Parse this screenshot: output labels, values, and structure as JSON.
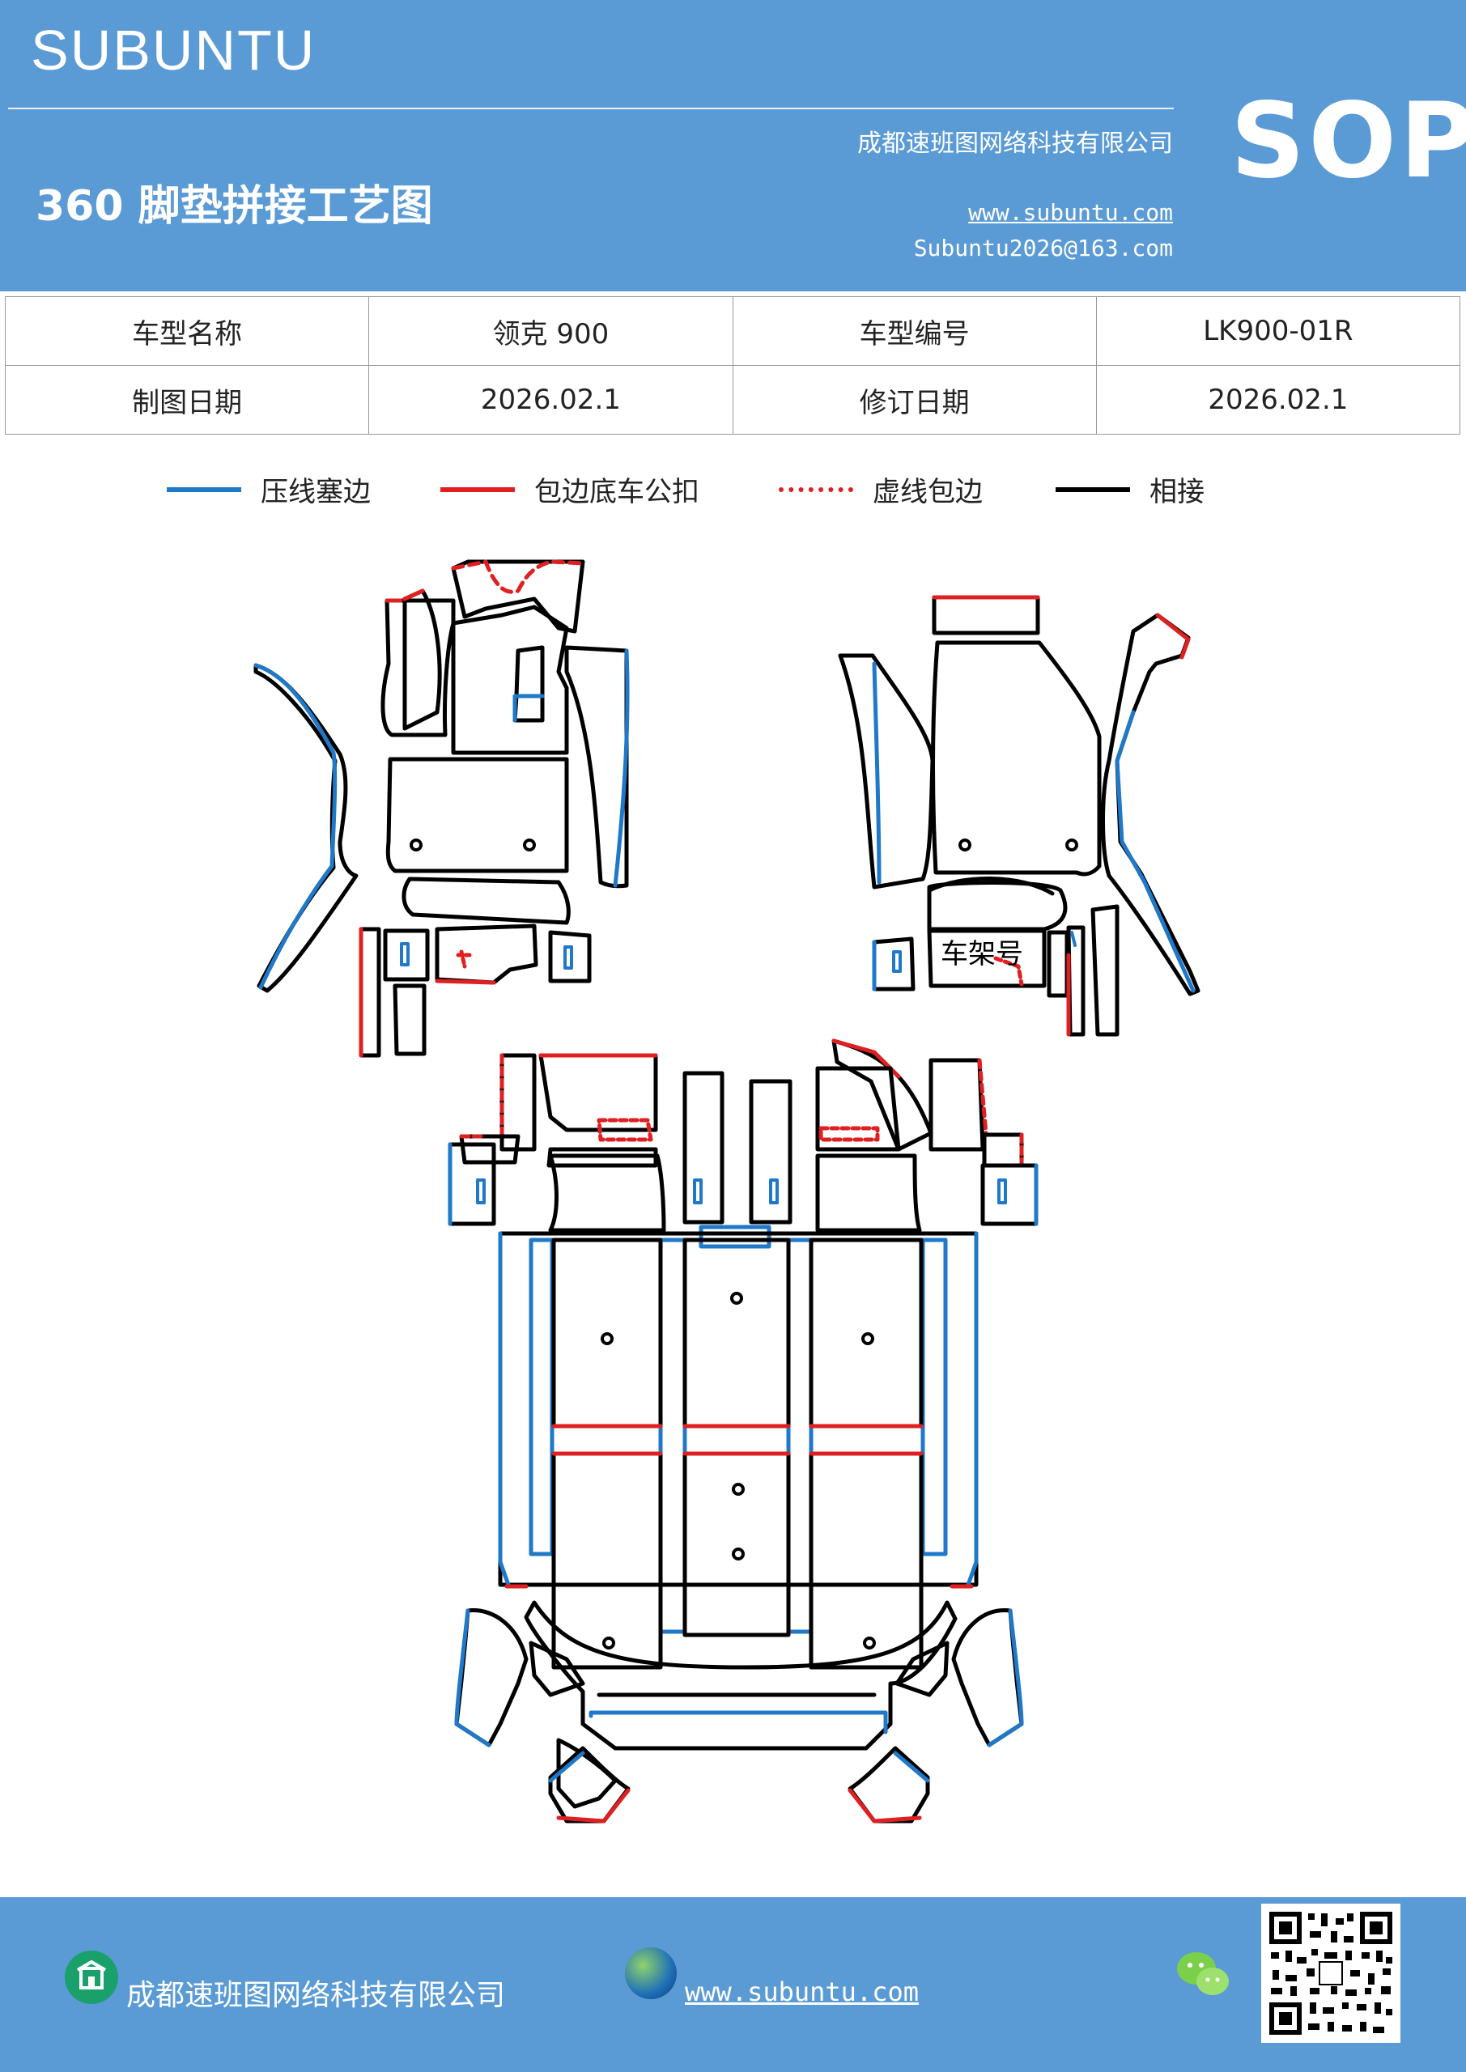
{
  "header": {
    "brand": "SUBUNTU",
    "company": "成都速班图网络科技有限公司",
    "title": "360 脚垫拼接工艺图",
    "url": "www.subuntu.com",
    "email": "Subuntu2026@163.com",
    "sop": "SOP"
  },
  "info": {
    "rows": [
      [
        "车型名称",
        "领克 900",
        "车型编号",
        "LK900-01R"
      ],
      [
        "制图日期",
        "2026.02.1",
        "修订日期",
        "2026.02.1"
      ]
    ]
  },
  "legend": [
    {
      "label": "压线塞边",
      "color": "#1f78c8",
      "style": "solid"
    },
    {
      "label": "包边底车公扣",
      "color": "#e02020",
      "style": "solid"
    },
    {
      "label": "虚线包边",
      "color": "#e02020",
      "style": "dashed"
    },
    {
      "label": "相接",
      "color": "#000000",
      "style": "solid"
    }
  ],
  "diagram": {
    "frame_label": "车架号"
  },
  "footer": {
    "company": "成都速班图网络科技有限公司",
    "url": "www.subuntu.com"
  },
  "colors": {
    "header_bg": "#5b9bd5",
    "blue_edge": "#1f78c8",
    "red_edge": "#e02020",
    "black_edge": "#000000"
  },
  "icons": [
    "building-icon",
    "globe-icon",
    "wechat-icon",
    "qr-code"
  ]
}
